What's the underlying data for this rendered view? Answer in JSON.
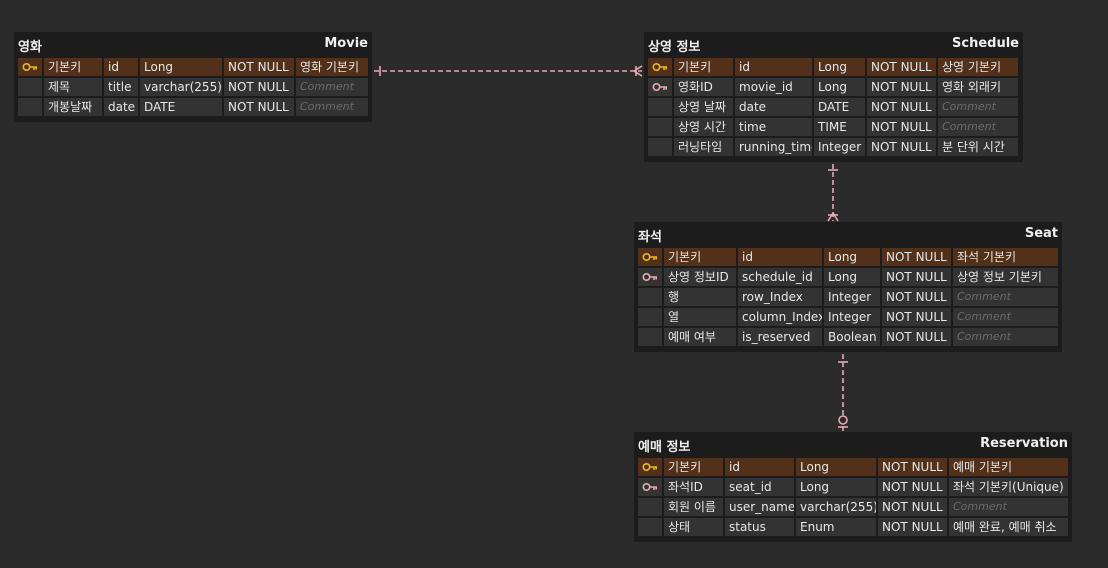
{
  "comment_placeholder": "Comment",
  "colors": {
    "background": "#2b2b2b",
    "primary_key": "#e8b91e",
    "foreign_key": "#e6a9b6",
    "relationship": "#e6a9b6",
    "pk_row": "#523019"
  },
  "entities": [
    {
      "id": "movie",
      "name": "영화",
      "label": "Movie",
      "columns": [
        {
          "logical": "기본키",
          "physical": "id",
          "type": "Long",
          "null": "NOT NULL",
          "comment": "영화 기본키",
          "key": "pk"
        },
        {
          "logical": "제목",
          "physical": "title",
          "type": "varchar(255)",
          "null": "NOT NULL",
          "comment": "",
          "key": ""
        },
        {
          "logical": "개봉날짜",
          "physical": "date",
          "type": "DATE",
          "null": "NOT NULL",
          "comment": "",
          "key": ""
        }
      ]
    },
    {
      "id": "schedule",
      "name": "상영 정보",
      "label": "Schedule",
      "columns": [
        {
          "logical": "기본키",
          "physical": "id",
          "type": "Long",
          "null": "NOT NULL",
          "comment": "상영 기본키",
          "key": "pk"
        },
        {
          "logical": "영화ID",
          "physical": "movie_id",
          "type": "Long",
          "null": "NOT NULL",
          "comment": "영화 외래키",
          "key": "fk"
        },
        {
          "logical": "상영 날짜",
          "physical": "date",
          "type": "DATE",
          "null": "NOT NULL",
          "comment": "",
          "key": ""
        },
        {
          "logical": "상영 시간",
          "physical": "time",
          "type": "TIME",
          "null": "NOT NULL",
          "comment": "",
          "key": ""
        },
        {
          "logical": "러닝타임",
          "physical": "running_time",
          "type": "Integer",
          "null": "NOT NULL",
          "comment": "분 단위 시간",
          "key": ""
        }
      ]
    },
    {
      "id": "seat",
      "name": "좌석",
      "label": "Seat",
      "columns": [
        {
          "logical": "기본키",
          "physical": "id",
          "type": "Long",
          "null": "NOT NULL",
          "comment": "좌석 기본키",
          "key": "pk"
        },
        {
          "logical": "상영 정보ID",
          "physical": "schedule_id",
          "type": "Long",
          "null": "NOT NULL",
          "comment": "상영 정보 기본키",
          "key": "fk"
        },
        {
          "logical": "행",
          "physical": "row_Index",
          "type": "Integer",
          "null": "NOT NULL",
          "comment": "",
          "key": ""
        },
        {
          "logical": "열",
          "physical": "column_Index",
          "type": "Integer",
          "null": "NOT NULL",
          "comment": "",
          "key": ""
        },
        {
          "logical": "예매 여부",
          "physical": "is_reserved",
          "type": "Boolean",
          "null": "NOT NULL",
          "comment": "",
          "key": ""
        }
      ]
    },
    {
      "id": "reservation",
      "name": "예매 정보",
      "label": "Reservation",
      "columns": [
        {
          "logical": "기본키",
          "physical": "id",
          "type": "Long",
          "null": "NOT NULL",
          "comment": "예매 기본키",
          "key": "pk"
        },
        {
          "logical": "좌석ID",
          "physical": "seat_id",
          "type": "Long",
          "null": "NOT NULL",
          "comment": "좌석 기본키(Unique)",
          "key": "fk"
        },
        {
          "logical": "회원 이름",
          "physical": "user_name",
          "type": "varchar(255)",
          "null": "NOT NULL",
          "comment": "",
          "key": ""
        },
        {
          "logical": "상태",
          "physical": "status",
          "type": "Enum",
          "null": "NOT NULL",
          "comment": "예매 완료, 예매 취소",
          "key": ""
        }
      ]
    }
  ],
  "relationships": [
    {
      "from": "movie",
      "to": "schedule",
      "cardinality": "one-to-many"
    },
    {
      "from": "schedule",
      "to": "seat",
      "cardinality": "one-to-many"
    },
    {
      "from": "seat",
      "to": "reservation",
      "cardinality": "one-to-zero-or-one"
    }
  ]
}
